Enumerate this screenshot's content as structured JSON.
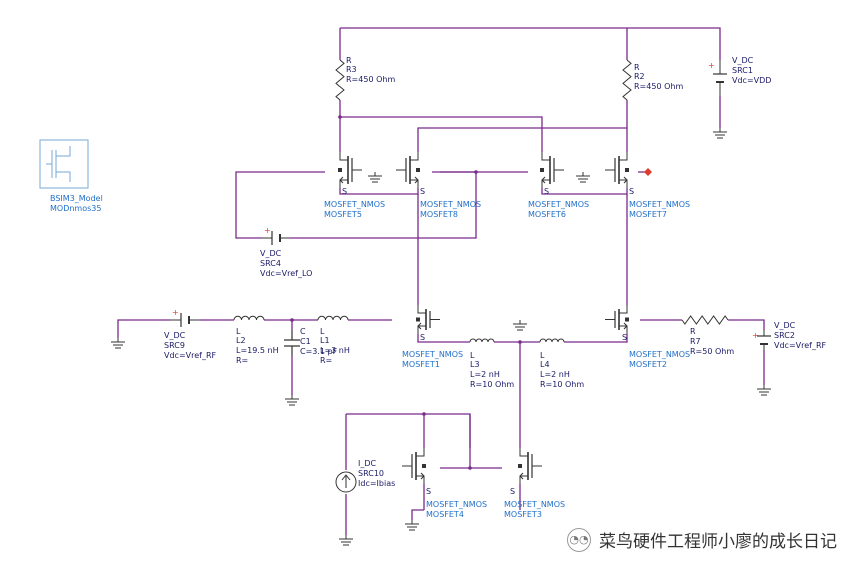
{
  "watermark": {
    "text": "菜鸟硬件工程师小廖的成长日记"
  },
  "model": {
    "name": "BSIM3_Model",
    "instance": "MODnmos35"
  },
  "labels": {
    "r3": [
      "R",
      "R3",
      "R=450 Ohm"
    ],
    "r2": [
      "R",
      "R2",
      "R=450 Ohm"
    ],
    "src1": [
      "V_DC",
      "SRC1",
      "Vdc=VDD"
    ],
    "m5": [
      "MOSFET_NMOS",
      "MOSFET5"
    ],
    "m8": [
      "MOSFET_NMOS",
      "MOSFET8"
    ],
    "m6": [
      "MOSFET_NMOS",
      "MOSFET6"
    ],
    "m7": [
      "MOSFET_NMOS",
      "MOSFET7"
    ],
    "src4": [
      "V_DC",
      "SRC4",
      "Vdc=Vref_LO"
    ],
    "src9": [
      "V_DC",
      "SRC9",
      "Vdc=Vref_RF"
    ],
    "l2": [
      "L",
      "L2",
      "L=19.5 nH",
      "R="
    ],
    "c1": [
      "C",
      "C1",
      "C=3.1 pF"
    ],
    "l1": [
      "L",
      "L1",
      "L=3 nH",
      "R="
    ],
    "m1": [
      "MOSFET_NMOS",
      "MOSFET1"
    ],
    "l3": [
      "L",
      "L3",
      "L=2 nH",
      "R=10 Ohm"
    ],
    "l4": [
      "L",
      "L4",
      "L=2 nH",
      "R=10 Ohm"
    ],
    "m2": [
      "MOSFET_NMOS",
      "MOSFET2"
    ],
    "r7": [
      "R",
      "R7",
      "R=50 Ohm"
    ],
    "src2": [
      "V_DC",
      "SRC2",
      "Vdc=Vref_RF"
    ],
    "src10": [
      "I_DC",
      "SRC10",
      "Idc=Ibias"
    ],
    "m4": [
      "MOSFET_NMOS",
      "MOSFET4"
    ],
    "m3": [
      "MOSFET_NMOS",
      "MOSFET3"
    ]
  },
  "pins": {
    "s": "S"
  }
}
